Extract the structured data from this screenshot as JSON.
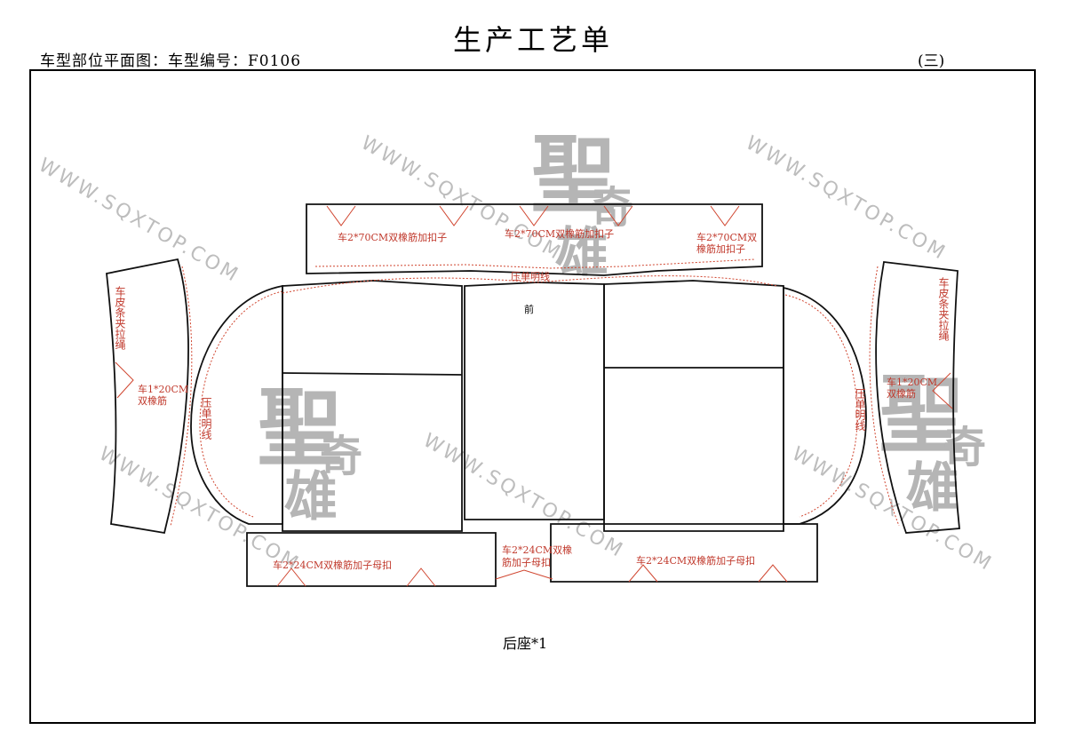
{
  "header": {
    "title": "生产工艺单",
    "subtitle": "车型部位平面图：车型编号：F0106",
    "page_label": "(三)"
  },
  "pattern": {
    "top_strip_notes": [
      "车2*70CM双橡筋加扣子",
      "车2*70CM双橡筋加扣子",
      "车2*70CM双",
      "橡筋加扣子"
    ],
    "press_line_top": "压单明线",
    "front_label": "前",
    "left_side_notes": {
      "strip": "车皮条夹拉绳",
      "elastic_1": "车1*20CM",
      "elastic_2": "双橡筋",
      "press_line": "压单明线"
    },
    "right_side_notes": {
      "strip": "车皮条夹拉绳",
      "elastic_1": "车1*20CM",
      "elastic_2": "双橡筋",
      "press_line": "压单明线"
    },
    "bottom_notes": {
      "left": "车2*24CM双橡筋加子母扣",
      "middle_1": "车2*24CM双橡",
      "middle_2": "筋加子母扣",
      "right": "车2*24CM双橡筋加子母扣"
    },
    "caption": "后座*1"
  },
  "watermark": {
    "url": "WWW.SQXTOP.COM",
    "logo_big": "聖",
    "logo_small_1": "奇",
    "logo_small_2": "雄"
  }
}
